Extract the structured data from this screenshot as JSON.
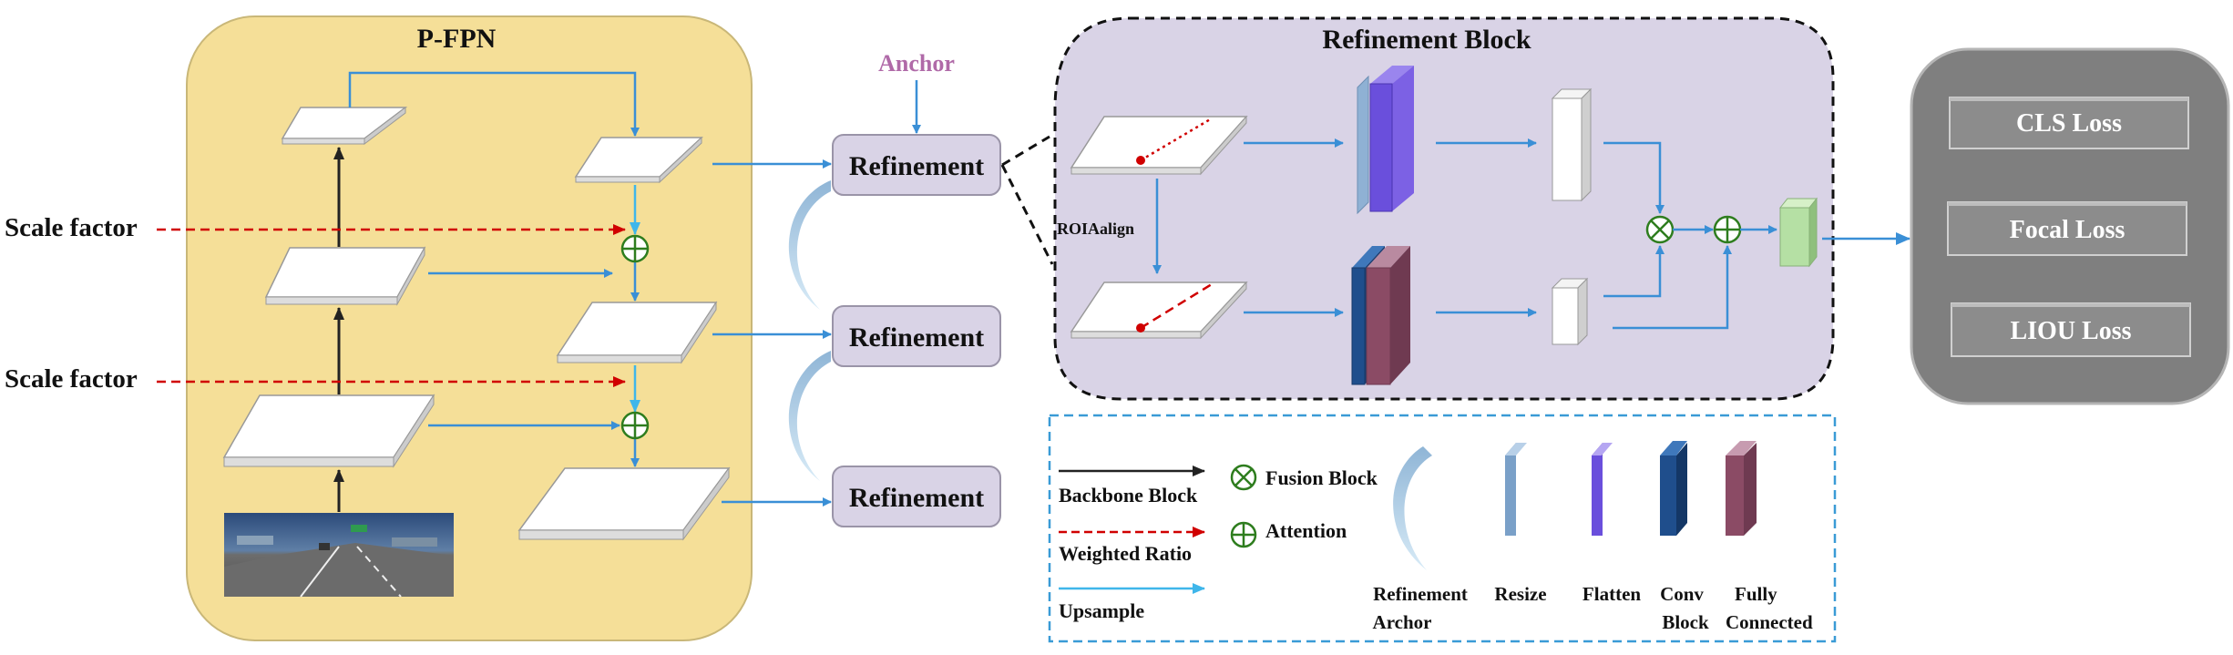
{
  "pfpn": {
    "title": "P-FPN"
  },
  "inputs": {
    "scale_factor_1": "Scale factor",
    "scale_factor_2": "Scale factor"
  },
  "anchor": {
    "label": "Anchor"
  },
  "refinement": {
    "label_1": "Refinement",
    "label_2": "Refinement",
    "label_3": "Refinement"
  },
  "refinement_block": {
    "title": "Refinement Block",
    "roi_label": "ROIAalign"
  },
  "losses": {
    "cls": "CLS Loss",
    "focal": "Focal Loss",
    "liou": "LIOU Loss"
  },
  "legend": {
    "backbone": "Backbone Block",
    "weighted": "Weighted Ratio",
    "upsample": "Upsample",
    "fusion": "Fusion Block",
    "attention": "Attention",
    "refinement_archor_line1": "Refinement",
    "refinement_archor_line2": "Archor",
    "resize": "Resize",
    "flatten": "Flatten",
    "conv_line1": "Conv",
    "conv_line2": "Block",
    "fc_line1": "Fully",
    "fc_line2": "Connected"
  },
  "colors": {
    "pfpn_bg": "#f5df98",
    "block_bg": "#d9d3e6",
    "loss_bg": "#7f7f7f",
    "loss_btn": "#8c8c8c",
    "arrow_blue": "#3a8fd6",
    "arrow_red": "#d00000",
    "fusion_green": "#2e7d1e",
    "anchor_purple": "#b06aa8",
    "resize": "#7aa0c8",
    "flatten": "#6a4fdc",
    "conv": "#1f4e8c",
    "fc": "#8b4b65",
    "output": "#b5e0a4"
  }
}
